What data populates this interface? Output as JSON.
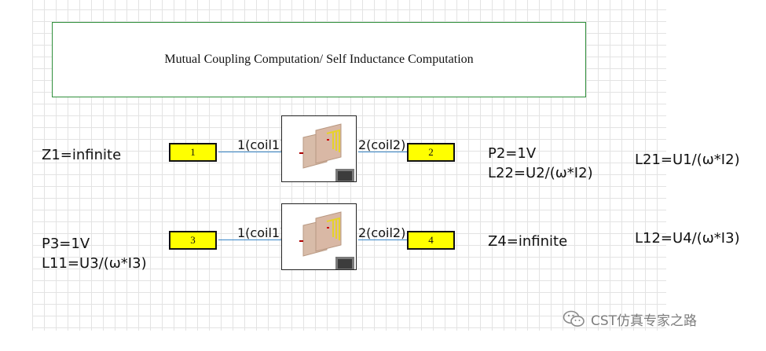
{
  "title": "Mutual Coupling Computation/ Self Inductance Computation",
  "ports": [
    {
      "label": "1"
    },
    {
      "label": "2"
    },
    {
      "label": "3"
    },
    {
      "label": "4"
    }
  ],
  "wire_labels": {
    "top_left": "1(coil1)",
    "top_right": "2(coil2)",
    "bottom_left": "1(coil1)",
    "bottom_right": "2(coil2)"
  },
  "notes": {
    "z1": "Z1=infinite",
    "p2": "P2=1V",
    "l22": "L22=U2/(ω*I2)",
    "l21": "L21=U1/(ω*I2)",
    "p3": "P3=1V",
    "l11": "L11=U3/(ω*I3)",
    "z4": "Z4=infinite",
    "l12": "L12=U4/(ω*I3)"
  },
  "watermark": "CST仿真专家之路",
  "colors": {
    "port_fill": "#ffff00",
    "wire": "#3a87c8",
    "title_border": "#2f8f3b"
  }
}
